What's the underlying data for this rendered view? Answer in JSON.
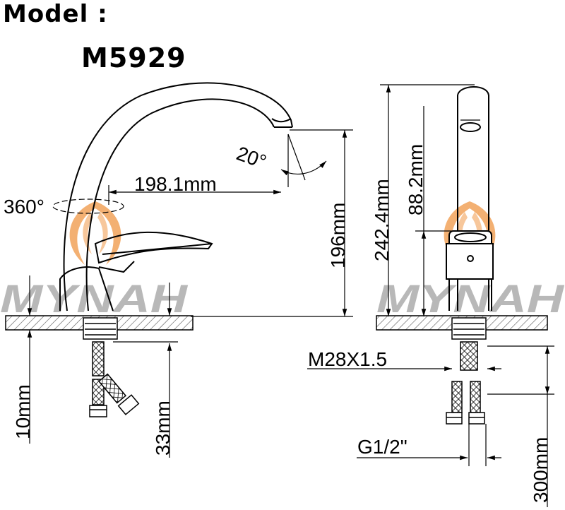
{
  "header": {
    "title_label": "Model :",
    "model_number": "M5929"
  },
  "watermark": {
    "brand": "MYNAH",
    "color": "#b8b8b8",
    "logo_color": "#f2a35a"
  },
  "dimensions": {
    "rotation": "360°",
    "spout_angle": "20°",
    "spout_reach": "198.1mm",
    "spout_height": "196mm",
    "total_height": "242.4mm",
    "handle_height": "88.2mm",
    "deck_thickness": "10mm",
    "shank_length": "33mm",
    "thread_size": "M28X1.5",
    "connection": "G1/2\"",
    "hose_length": "300mm"
  },
  "colors": {
    "line": "#000000",
    "deck_hatch": "#555555"
  }
}
